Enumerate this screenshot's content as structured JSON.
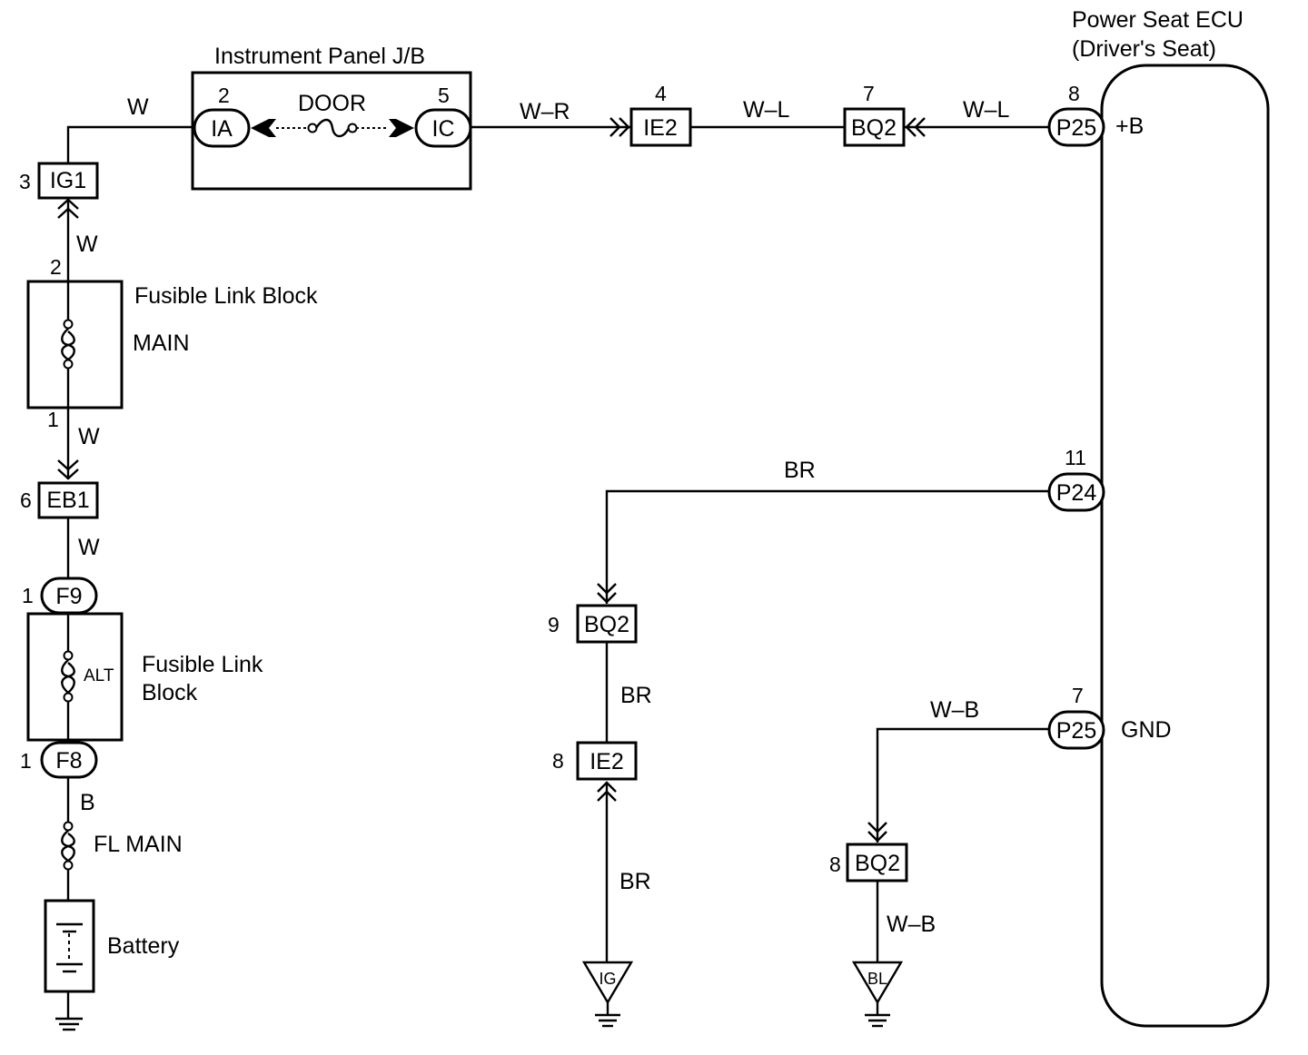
{
  "components": {
    "ecu": {
      "title_line1": "Power Seat ECU",
      "title_line2": "(Driver's Seat)",
      "term_b": "+B",
      "term_gnd": "GND"
    },
    "jb": {
      "title": "Instrument Panel J/B",
      "fuse": "DOOR",
      "pin_left": "2",
      "pin_right": "5",
      "conn_left": "IA",
      "conn_right": "IC"
    },
    "fusible_block_1": {
      "title": "Fusible Link Block",
      "fuse": "MAIN",
      "pin_top": "2",
      "pin_bottom": "1"
    },
    "fusible_block_2": {
      "title_line1": "Fusible Link",
      "title_line2": "Block",
      "fuse": "ALT"
    },
    "fl_main": "FL MAIN",
    "battery": "Battery"
  },
  "connectors": {
    "ig1": {
      "label": "IG1",
      "pin": "3"
    },
    "eb1": {
      "label": "EB1",
      "pin": "6"
    },
    "f9": {
      "label": "F9",
      "pin": "1"
    },
    "f8": {
      "label": "F8",
      "pin": "1"
    },
    "ie2_top": {
      "label": "IE2",
      "pin": "4"
    },
    "bq2_top": {
      "label": "BQ2",
      "pin": "7"
    },
    "p25_top": {
      "label": "P25",
      "pin": "8"
    },
    "p24": {
      "label": "P24",
      "pin": "11"
    },
    "bq2_mid": {
      "label": "BQ2",
      "pin": "9"
    },
    "ie2_mid": {
      "label": "IE2",
      "pin": "8"
    },
    "p25_bot": {
      "label": "P25",
      "pin": "7"
    },
    "bq2_bot": {
      "label": "BQ2",
      "pin": "8"
    }
  },
  "grounds": {
    "ig": "IG",
    "bl": "BL"
  },
  "wires": {
    "w_top": "W",
    "w_ig1_below": "W",
    "w_main_below": "W",
    "w_eb1_below": "W",
    "b_f8_below": "B",
    "w_r": "W–R",
    "w_l_1": "W–L",
    "w_l_2": "W–L",
    "br_top": "BR",
    "br_mid": "BR",
    "br_bot": "BR",
    "w_b_top": "W–B",
    "w_b_bot": "W–B"
  }
}
